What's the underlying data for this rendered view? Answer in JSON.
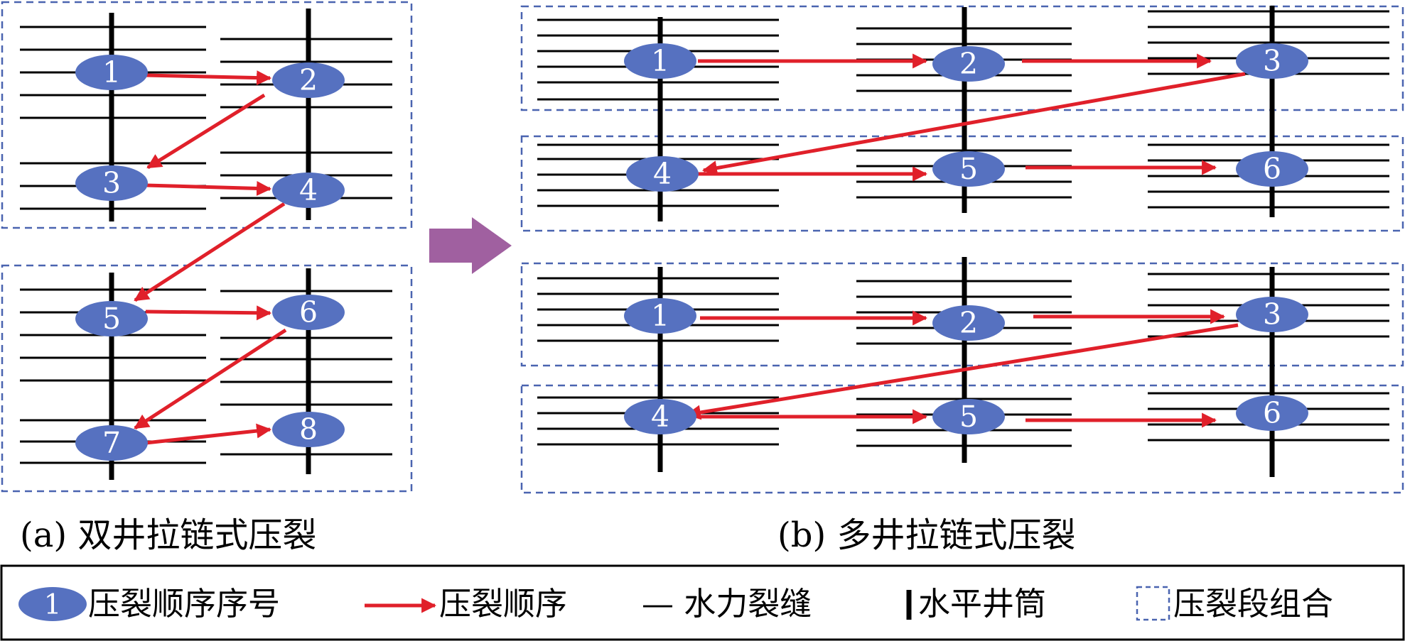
{
  "colors": {
    "node_fill": "#5671c0",
    "node_text": "#ffffff",
    "arrow": "#e0202a",
    "fracture": "#000000",
    "group_border": "#4a64b0",
    "transition_arrow": "#a060a0"
  },
  "panel_a": {
    "caption": "(a) 双井拉链式压裂",
    "nodes": [
      "1",
      "2",
      "3",
      "4",
      "5",
      "6",
      "7",
      "8"
    ],
    "sequence": [
      "1",
      "2",
      "3",
      "4",
      "5",
      "6",
      "7",
      "8"
    ]
  },
  "panel_b": {
    "caption": "(b) 多井拉链式压裂",
    "top_nodes": [
      "1",
      "2",
      "3",
      "4",
      "5",
      "6"
    ],
    "bottom_nodes": [
      "1",
      "2",
      "3",
      "4",
      "5",
      "6"
    ],
    "sequence": [
      "1",
      "2",
      "3",
      "4",
      "5",
      "6"
    ]
  },
  "legend": {
    "node_sample": "1",
    "node_label": "压裂顺序序号",
    "arrow_label": "压裂顺序",
    "fracture_label": "— 水力裂缝",
    "well_label": "水平井筒",
    "group_label": "压裂段组合"
  }
}
